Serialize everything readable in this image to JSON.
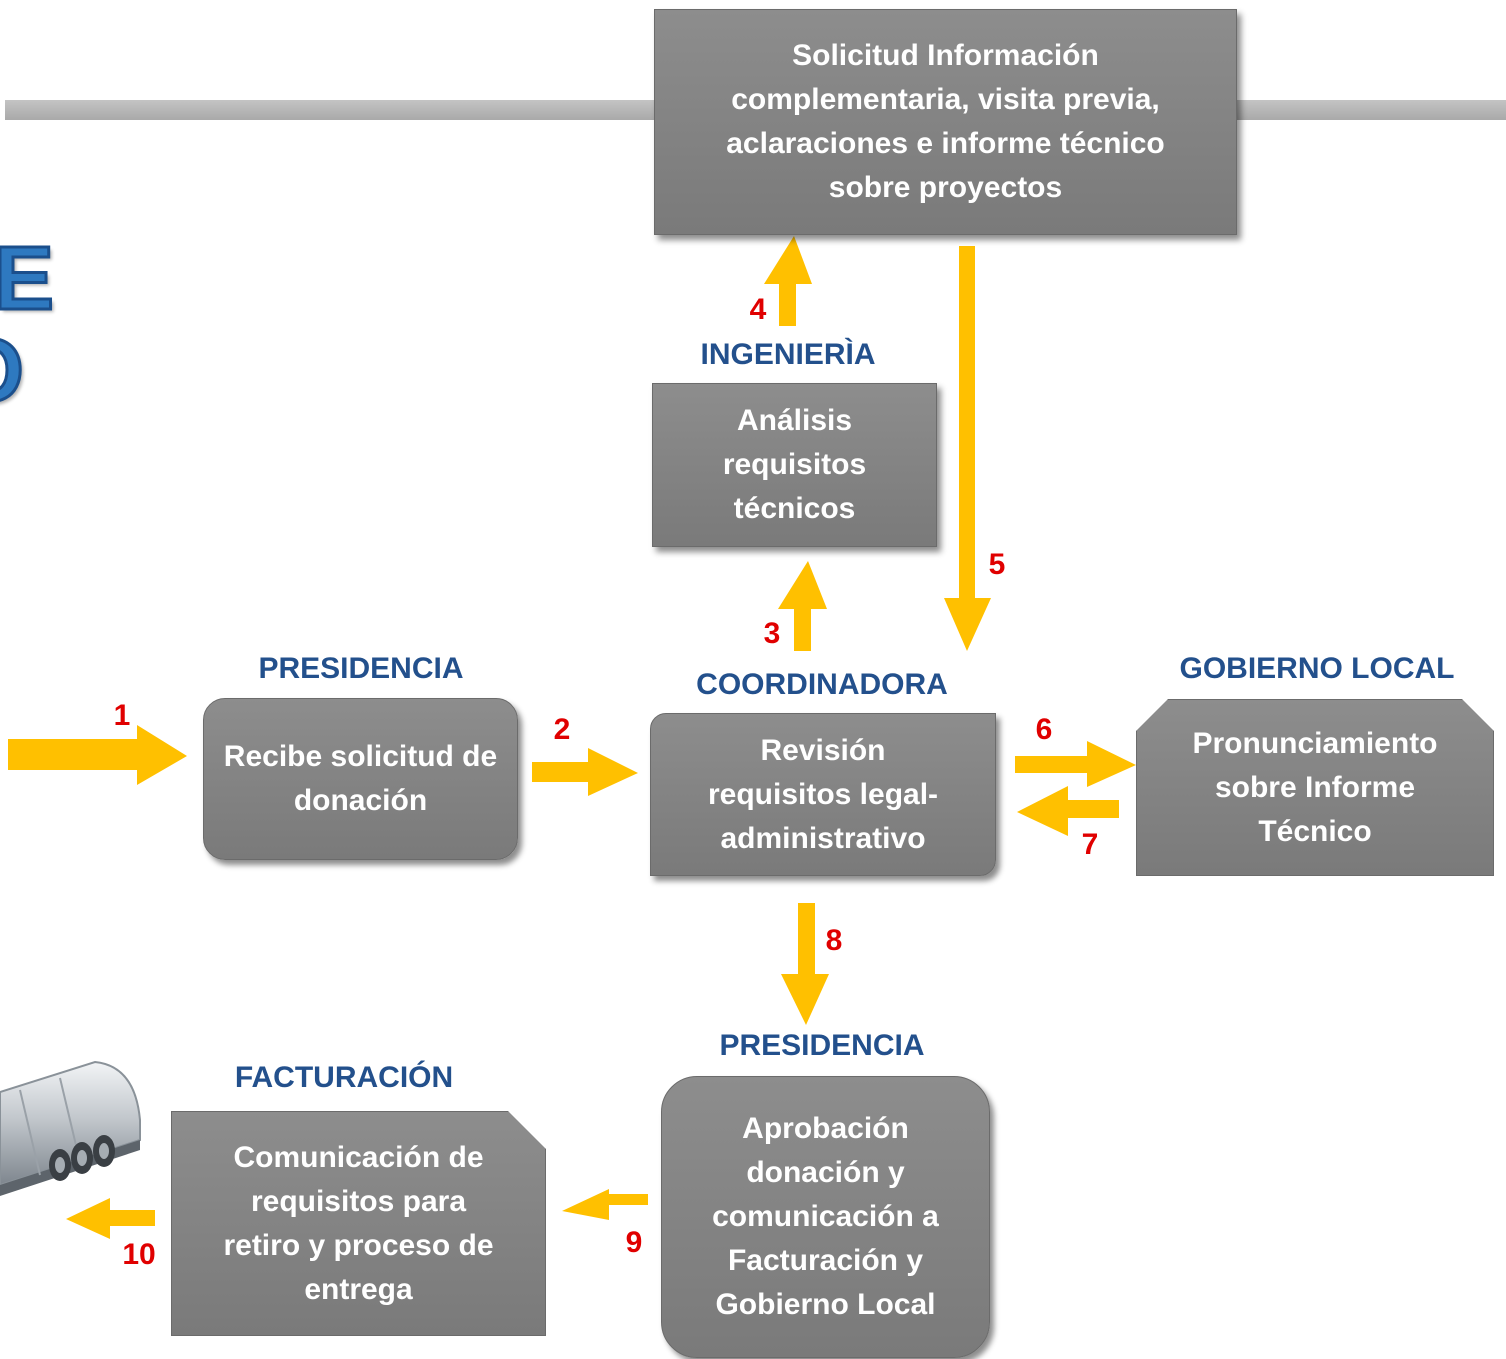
{
  "colors": {
    "box": "#7f7f7f",
    "box_text": "#ffffff",
    "label": "#23508c",
    "step_number": "#e00000",
    "arrow": "#ffc000",
    "band": "#b3b3b3"
  },
  "edge_letters": [
    "E",
    "O"
  ],
  "labels": {
    "presidencia_top": "PRESIDENCIA",
    "ingenieria": "INGENIERÌA",
    "coordinadora": "COORDINADORA",
    "gobierno_local": "GOBIERNO LOCAL",
    "presidencia_bottom": "PRESIDENCIA",
    "facturacion": "FACTURACIÓN"
  },
  "boxes": {
    "solicitud": "Solicitud Información\ncomplementaria, visita previa,\naclaraciones e informe técnico\nsobre proyectos",
    "analisis": "Análisis\nrequisitos\ntécnicos",
    "recibe": "Recibe solicitud de\ndonación",
    "revision": "Revisión\nrequisitos legal-\nadministrativo",
    "pronunciamiento": "Pronunciamiento\nsobre Informe\nTécnico",
    "aprobacion": "Aprobación\ndonación y\ncomunicación a\nFacturación y\nGobierno Local",
    "comunicacion": "Comunicación de\nrequisitos para\nretiro  y proceso de\nentrega"
  },
  "steps": [
    "1",
    "2",
    "3",
    "4",
    "5",
    "6",
    "7",
    "8",
    "9",
    "10"
  ],
  "truck_icon": "tanker-truck-icon"
}
